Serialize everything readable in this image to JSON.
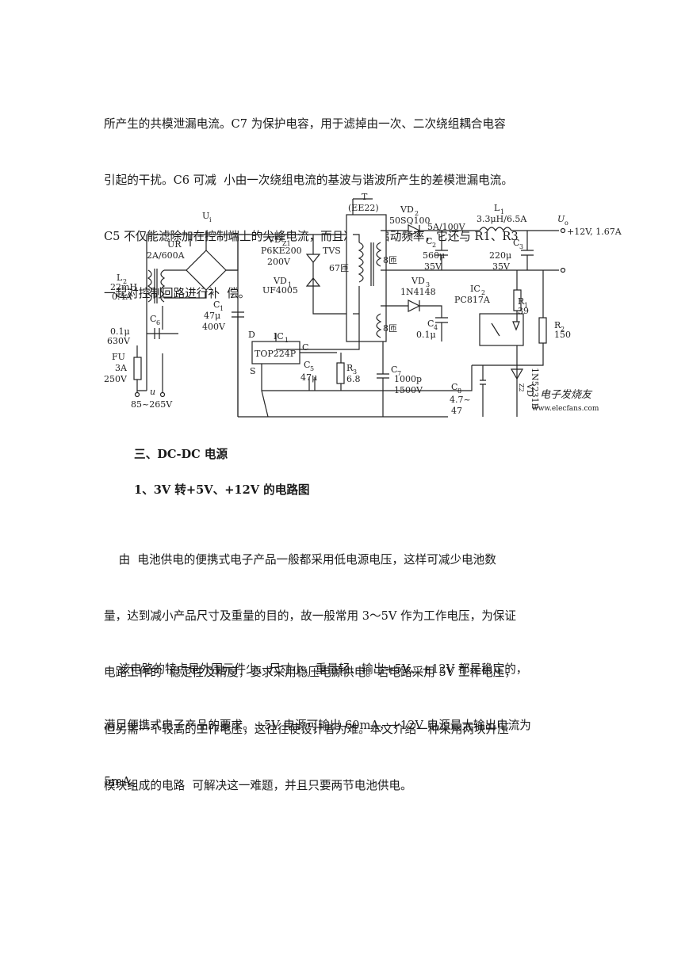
{
  "paragraph1": {
    "lines": [
      "所产生的共模泄漏电流。C7 为保护电容，用于滤掉由一次、二次绕组耦合电容",
      "引起的干扰。C6 可减  小由一次绕组电流的基波与谐波所产生的差模泄漏电流。",
      "C5 不仅能滤除加在控制端上的尖峰电流，而且决定自启动频率，它还与 R1、R3",
      "一起对控制回路进行补  偿。"
    ]
  },
  "figure": {
    "labels": {
      "ui": "U",
      "ui_sub": "i",
      "ur": "UR",
      "ur_rating": "2A/600A",
      "l2": "L",
      "l2_sub": "2",
      "l2_value": "22mH",
      "l2_current": "0.4A",
      "c6_value": "0.1μ",
      "c6_voltage": "630V",
      "c6": "C",
      "c6_sub": "6",
      "fu": "FU",
      "fu_current": "3A",
      "fu_voltage": "250V",
      "u_in": "u",
      "u_range": "85~265V",
      "c1": "C",
      "c1_sub": "1",
      "c1_value": "47μ",
      "c1_voltage": "400V",
      "vdz1": "VD",
      "vdz1_sub": "Z1",
      "vdz1_part": "P6KE200",
      "vdz1_voltage": "200V",
      "tvs": "TVS",
      "vd1": "VD",
      "vd1_sub": "1",
      "vd1_part": "UF4005",
      "t": "T",
      "t_core": "(EE22)",
      "turns_primary": "67匝",
      "turns_secondary": "8匝",
      "turns_bias": "8匝",
      "d_pin": "D",
      "ic1": "IC",
      "ic1_sub": "1",
      "ic1_part": "TOP224P",
      "c_pin": "C",
      "s_pin": "S",
      "c5": "C",
      "c5_sub": "5",
      "c5_value": "47μ",
      "r3": "R",
      "r3_sub": "3",
      "r3_value": "6.8",
      "vd2": "VD",
      "vd2_sub": "2",
      "vd2_part": "50SQ100",
      "vd2_rating": "5A/100V",
      "c2": "C",
      "c2_sub": "2",
      "c2_value": "560μ",
      "c2_voltage": "35V",
      "l1": "L",
      "l1_sub": "1",
      "l1_value": "3.3μH/6.5A",
      "c3": "C",
      "c3_sub": "3",
      "c3_value": "220μ",
      "c3_voltage": "35V",
      "uo": "U",
      "uo_sub": "o",
      "output": "+12V, 1.67A",
      "vd3": "VD",
      "vd3_sub": "3",
      "vd3_part": "1N4148",
      "c4": "C",
      "c4_sub": "4",
      "c4_value": "0.1μ",
      "ic2": "IC",
      "ic2_sub": "2",
      "ic2_part": "PC817A",
      "r1": "R",
      "r1_sub": "1",
      "r1_value": "39",
      "r2": "R",
      "r2_sub": "2",
      "r2_value": "150",
      "c7": "C",
      "c7_sub": "7",
      "c7_value": "1000p",
      "c7_voltage": "1500V",
      "c8": "C",
      "c8_sub": "8",
      "c8_value_a": "4.7~",
      "c8_value_b": "47",
      "vdz2": "VD",
      "vdz2_sub": "Z2",
      "vdz2_part": "1N5231B",
      "watermark": "电子发烧友",
      "watermark_url": "www.elecfans.com"
    }
  },
  "heading_section": "三、DC-DC 电源",
  "heading_sub": "1、3V 转+5V、+12V 的电路图",
  "paragraph2": {
    "lines": [
      "    由  电池供电的便携式电子产品一般都采用低电源电压，这样可减少电池数",
      "量，达到减小产品尺寸及重量的目的，故一般常用 3～5V 作为工作电压，为保证",
      "电路工作的  稳定性及精度，要求采用稳压电源供电。若电路采用 5V 工作电压，",
      "但另需一个较高的工作电压，这往往使设计者为难。本文介绍一种采用两块升压",
      "模块组成的电路  可解决这一难题，并且只要两节电池供电。"
    ]
  },
  "paragraph3": {
    "lines": [
      "    该电路的特点是外围元件少、尺寸小、重量轻、输出+5V、+12V 都是稳定的，",
      "满足便携式电子产品的要求。+5V 电源可输出 60mA，+12V 电源最大输出电流为",
      "5mA。"
    ]
  }
}
